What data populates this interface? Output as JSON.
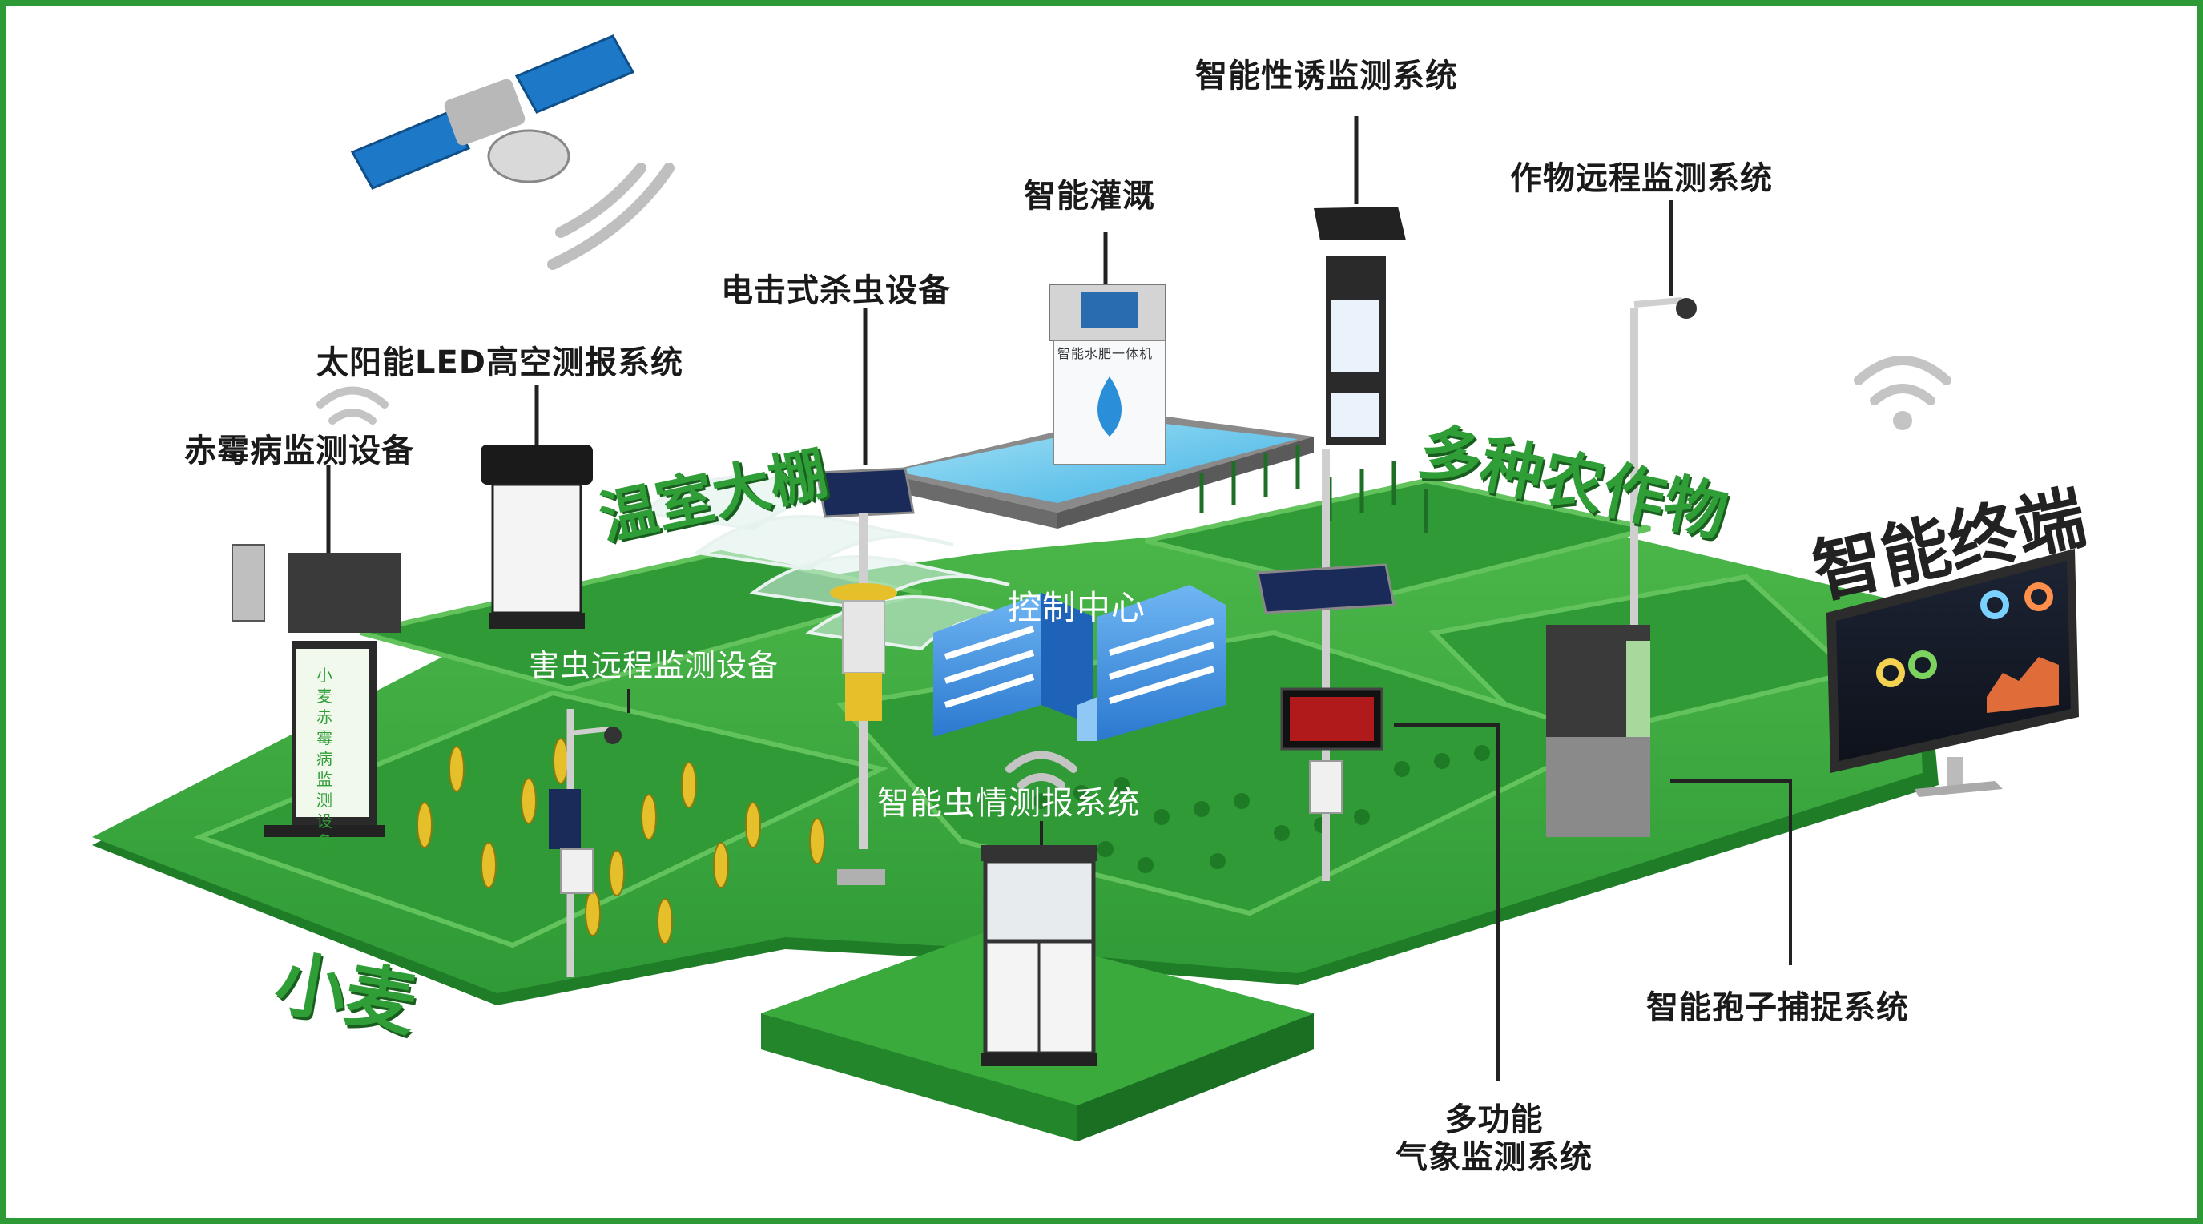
{
  "labels": {
    "gibberella": "赤霉病监测设备",
    "solar_led": "太阳能LED高空测报系统",
    "electric": "电击式杀虫设备",
    "irrigation": "智能灌溉",
    "sex_lure": "智能性诱监测系统",
    "crop_remote": "作物远程监测系统",
    "pest_remote": "害虫远程监测设备",
    "control_center": "控制中心",
    "insect_forecast": "智能虫情测报系统",
    "spore": "智能孢子捕捉系统",
    "weather_line1": "多功能",
    "weather_line2": "气象监测系统"
  },
  "regions": {
    "greenhouse": "温室大棚",
    "crops": "多种农作物",
    "terminal": "智能终端",
    "wheat": "小麦"
  },
  "device_text": {
    "water_fertilizer": "智能水肥一体机",
    "gibberella_panel": "小麦赤霉病监测设备"
  },
  "colors": {
    "frame": "#2e9a35",
    "field": "#39a83c",
    "field_dark": "#1f7d27",
    "region_text": "#2f9e37",
    "terminal_text": "#222222",
    "building": "#3a8fe0",
    "water": "#6ec9ef"
  },
  "icons": [
    "satellite-icon",
    "wifi-icon",
    "solar-panel-icon",
    "camera-icon"
  ]
}
